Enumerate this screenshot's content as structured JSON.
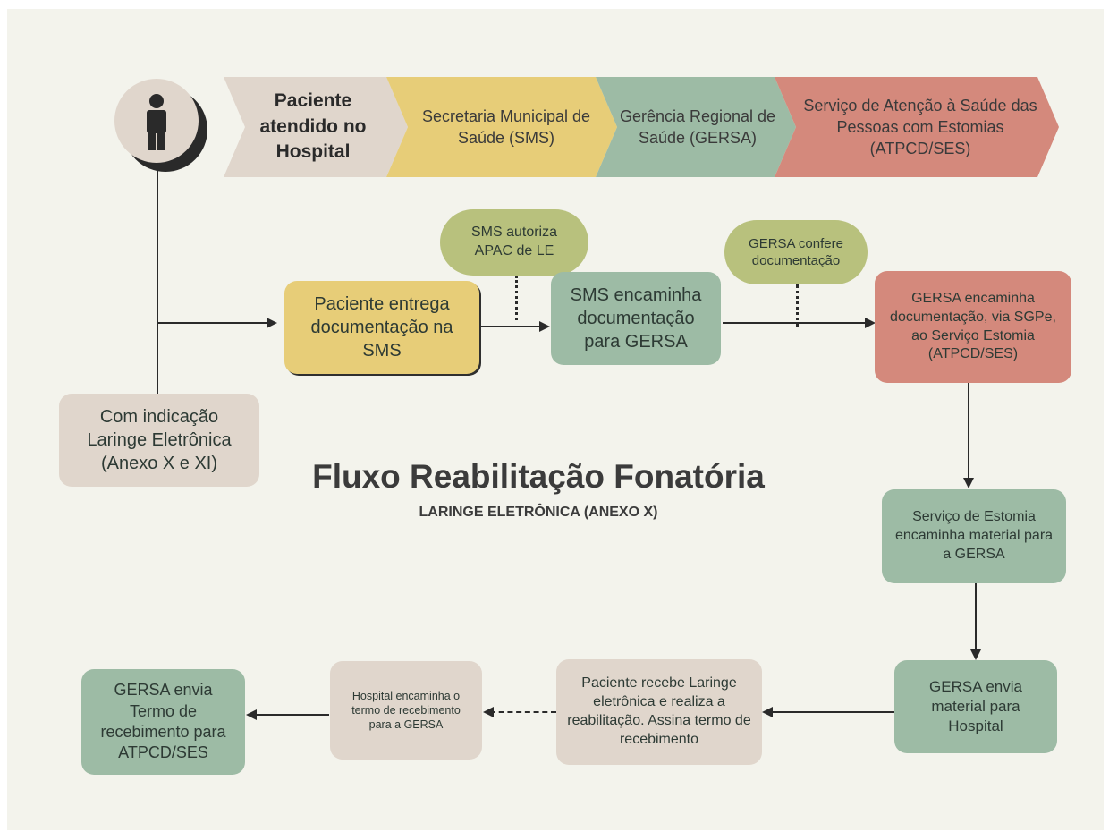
{
  "title": "Fluxo Reabilitação Fonatória",
  "subtitle": "LARINGE ELETRÔNICA (ANEXO X)",
  "stages": [
    {
      "label": "Paciente atendido no Hospital",
      "color": "#e0d6cc"
    },
    {
      "label": "Secretaria Municipal de Saúde (SMS)",
      "color": "#e7cd78"
    },
    {
      "label": "Gerência Regional de Saúde (GERSA)",
      "color": "#9dbba5"
    },
    {
      "label": "Serviço de Atenção à Saúde das Pessoas com Estomias (ATPCD/SES)",
      "color": "#d4897c"
    }
  ],
  "icons": {
    "patient": "person-icon"
  },
  "nodes": {
    "indicacao": "Com indicação Laringe Eletrônica (Anexo X e XI)",
    "entrega": "Paciente entrega documentação na SMS",
    "sms_autoriza": "SMS autoriza APAC de LE",
    "sms_encaminha": "SMS encaminha documentação para GERSA",
    "gersa_confere": "GERSA confere documentação",
    "gersa_encaminha": "GERSA encaminha documentação, via SGPe, ao Serviço Estomia (ATPCD/SES)",
    "servico_estomia": "Serviço de Estomia encaminha material para a GERSA",
    "gersa_envia_material": "GERSA envia material para Hospital",
    "paciente_recebe": "Paciente recebe Laringe eletrônica e realiza a reabilitação. Assina termo de recebimento",
    "hospital_encaminha": "Hospital encaminha o termo de recebimento para a GERSA",
    "gersa_envia_termo": "GERSA envia Termo de recebimento para ATPCD/SES"
  }
}
